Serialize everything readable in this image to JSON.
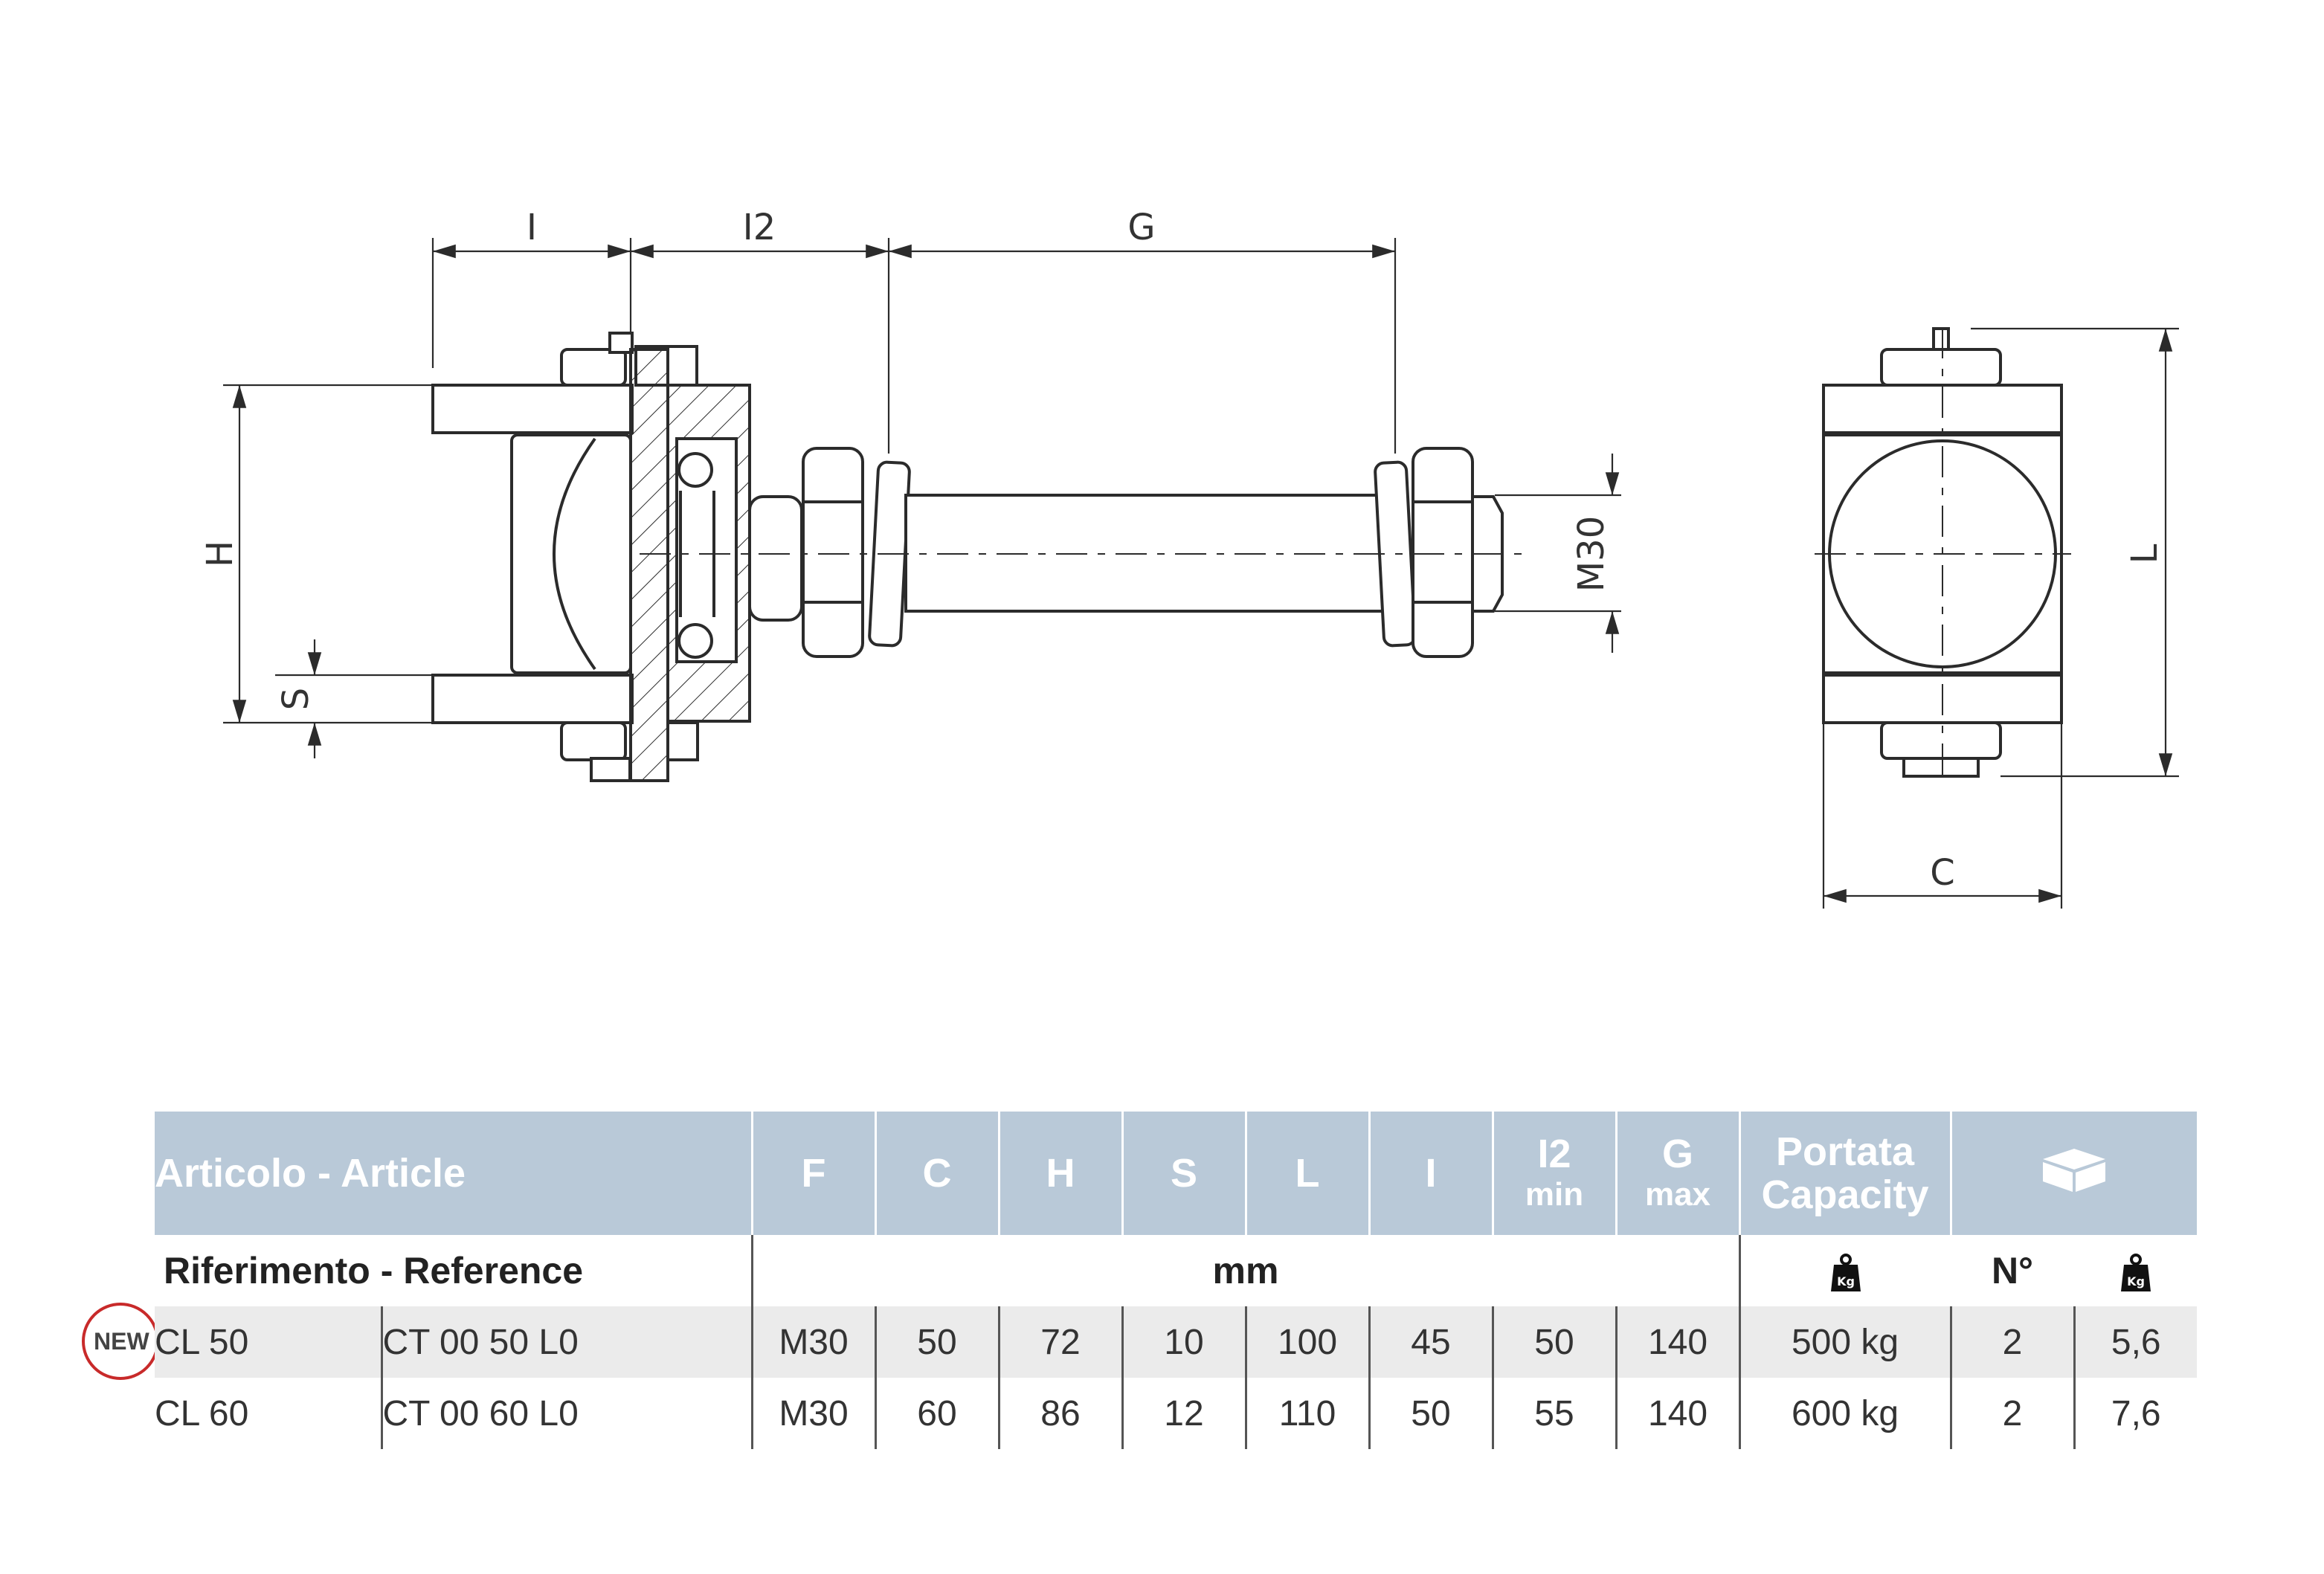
{
  "drawing": {
    "dim_I": "I",
    "dim_I2": "I2",
    "dim_G": "G",
    "dim_H": "H",
    "dim_S": "S",
    "dim_M30": "M30",
    "dim_L": "L",
    "dim_C": "C"
  },
  "table": {
    "header": {
      "article": "Articolo - Article",
      "cols": [
        "F",
        "C",
        "H",
        "S",
        "L",
        "I"
      ],
      "i2_top": "I2",
      "i2_sub": "min",
      "g_top": "G",
      "g_sub": "max",
      "capacity_it": "Portata",
      "capacity_en": "Capacity",
      "package_icon": "box-icon"
    },
    "subheader": {
      "reference": "Riferimento - Reference",
      "unit": "mm",
      "weight_icon": "kg-weight-icon",
      "qty": "N°",
      "weight_icon2": "kg-weight-icon"
    },
    "badge": "NEW",
    "rows": [
      {
        "article": "CL 50",
        "reference": "CT 00 50 L0",
        "F": "M30",
        "C": "50",
        "H": "72",
        "S": "10",
        "L": "100",
        "I": "45",
        "I2": "50",
        "G": "140",
        "capacity": "500 kg",
        "qty": "2",
        "weight": "5,6"
      },
      {
        "article": "CL 60",
        "reference": "CT 00 60 L0",
        "F": "M30",
        "C": "60",
        "H": "86",
        "S": "12",
        "L": "110",
        "I": "50",
        "I2": "55",
        "G": "140",
        "capacity": "600 kg",
        "qty": "2",
        "weight": "7,6"
      }
    ]
  }
}
